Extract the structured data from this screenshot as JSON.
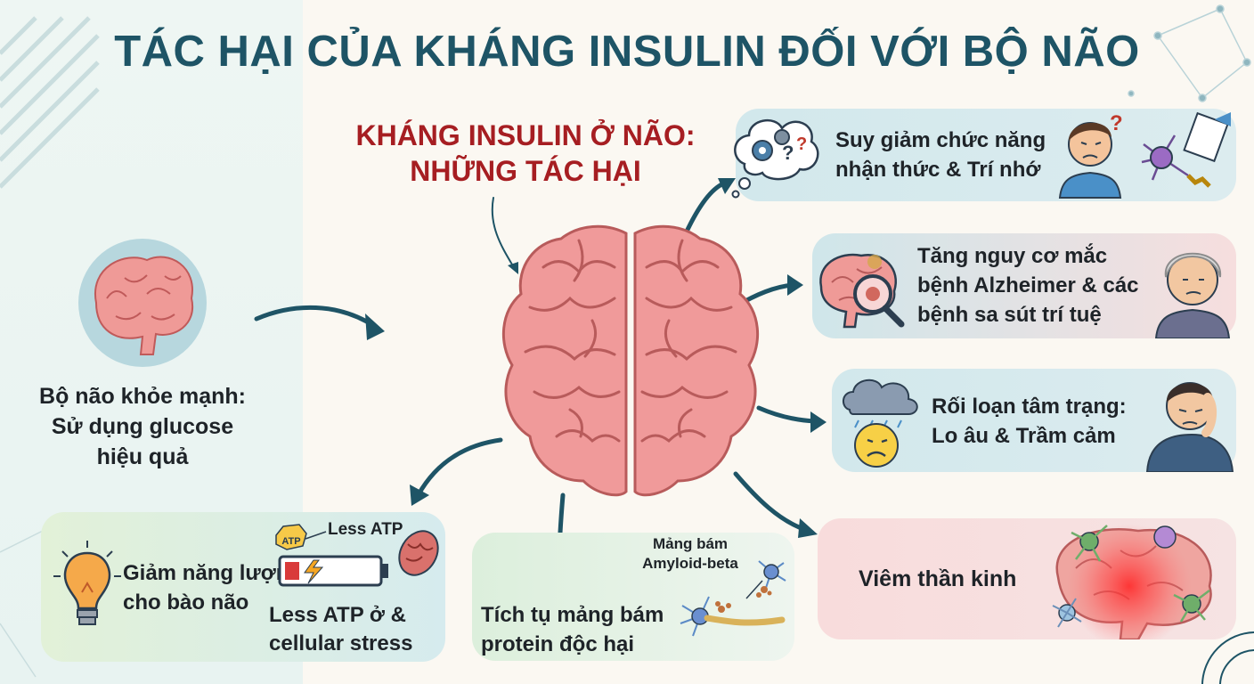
{
  "title": "TÁC HẠI CỦA KHÁNG INSULIN ĐỐI VỚI BỘ NÃO",
  "subtitle": {
    "line1": "KHÁNG INSULIN Ở NÃO:",
    "line2": "NHỮNG TÁC HẠI"
  },
  "healthy": {
    "line1": "Bộ não khỏe mạnh:",
    "line2": "Sử dụng glucose",
    "line3": "hiệu quả"
  },
  "effects": {
    "cognitive": {
      "line1": "Suy giảm chức năng",
      "line2": "nhận thức & Trí nhớ",
      "icon": "thought-bubble-gears-icon"
    },
    "alzheimer": {
      "line1": "Tăng nguy cơ mắc",
      "line2": "bệnh Alzheimer & các",
      "line3": "bệnh sa sút trí tuệ",
      "icon": "brain-magnifier-icon"
    },
    "mood": {
      "line1": "Rối loạn tâm trạng:",
      "line2": "Lo âu & Trầm cảm",
      "icon": "rain-cloud-sad-face-icon"
    },
    "inflammation": {
      "line1": "Viêm thần kinh",
      "icon": "inflamed-brain-icon"
    },
    "protein": {
      "line1": "Tích tụ mảng bám",
      "line2": "protein độc hại",
      "note1": "Mảng bám",
      "note2": "Amyloid-beta",
      "icon": "neuron-plaque-icon"
    },
    "energy": {
      "line1": "Giảm năng lượng",
      "line2": "cho bào não",
      "line3": "Less ATP ở &",
      "line4": "cellular stress",
      "note": "Less ATP",
      "atp_tag": "ATP",
      "icon": "lightbulb-icon"
    }
  },
  "colors": {
    "title": "#1e5466",
    "subtitle": "#a61e22",
    "arrow": "#1e5466",
    "brain": "#f09a9a",
    "card_blue": "#d4e9ee",
    "card_pink": "#f8dcdc",
    "card_green": "#dcefdc"
  }
}
